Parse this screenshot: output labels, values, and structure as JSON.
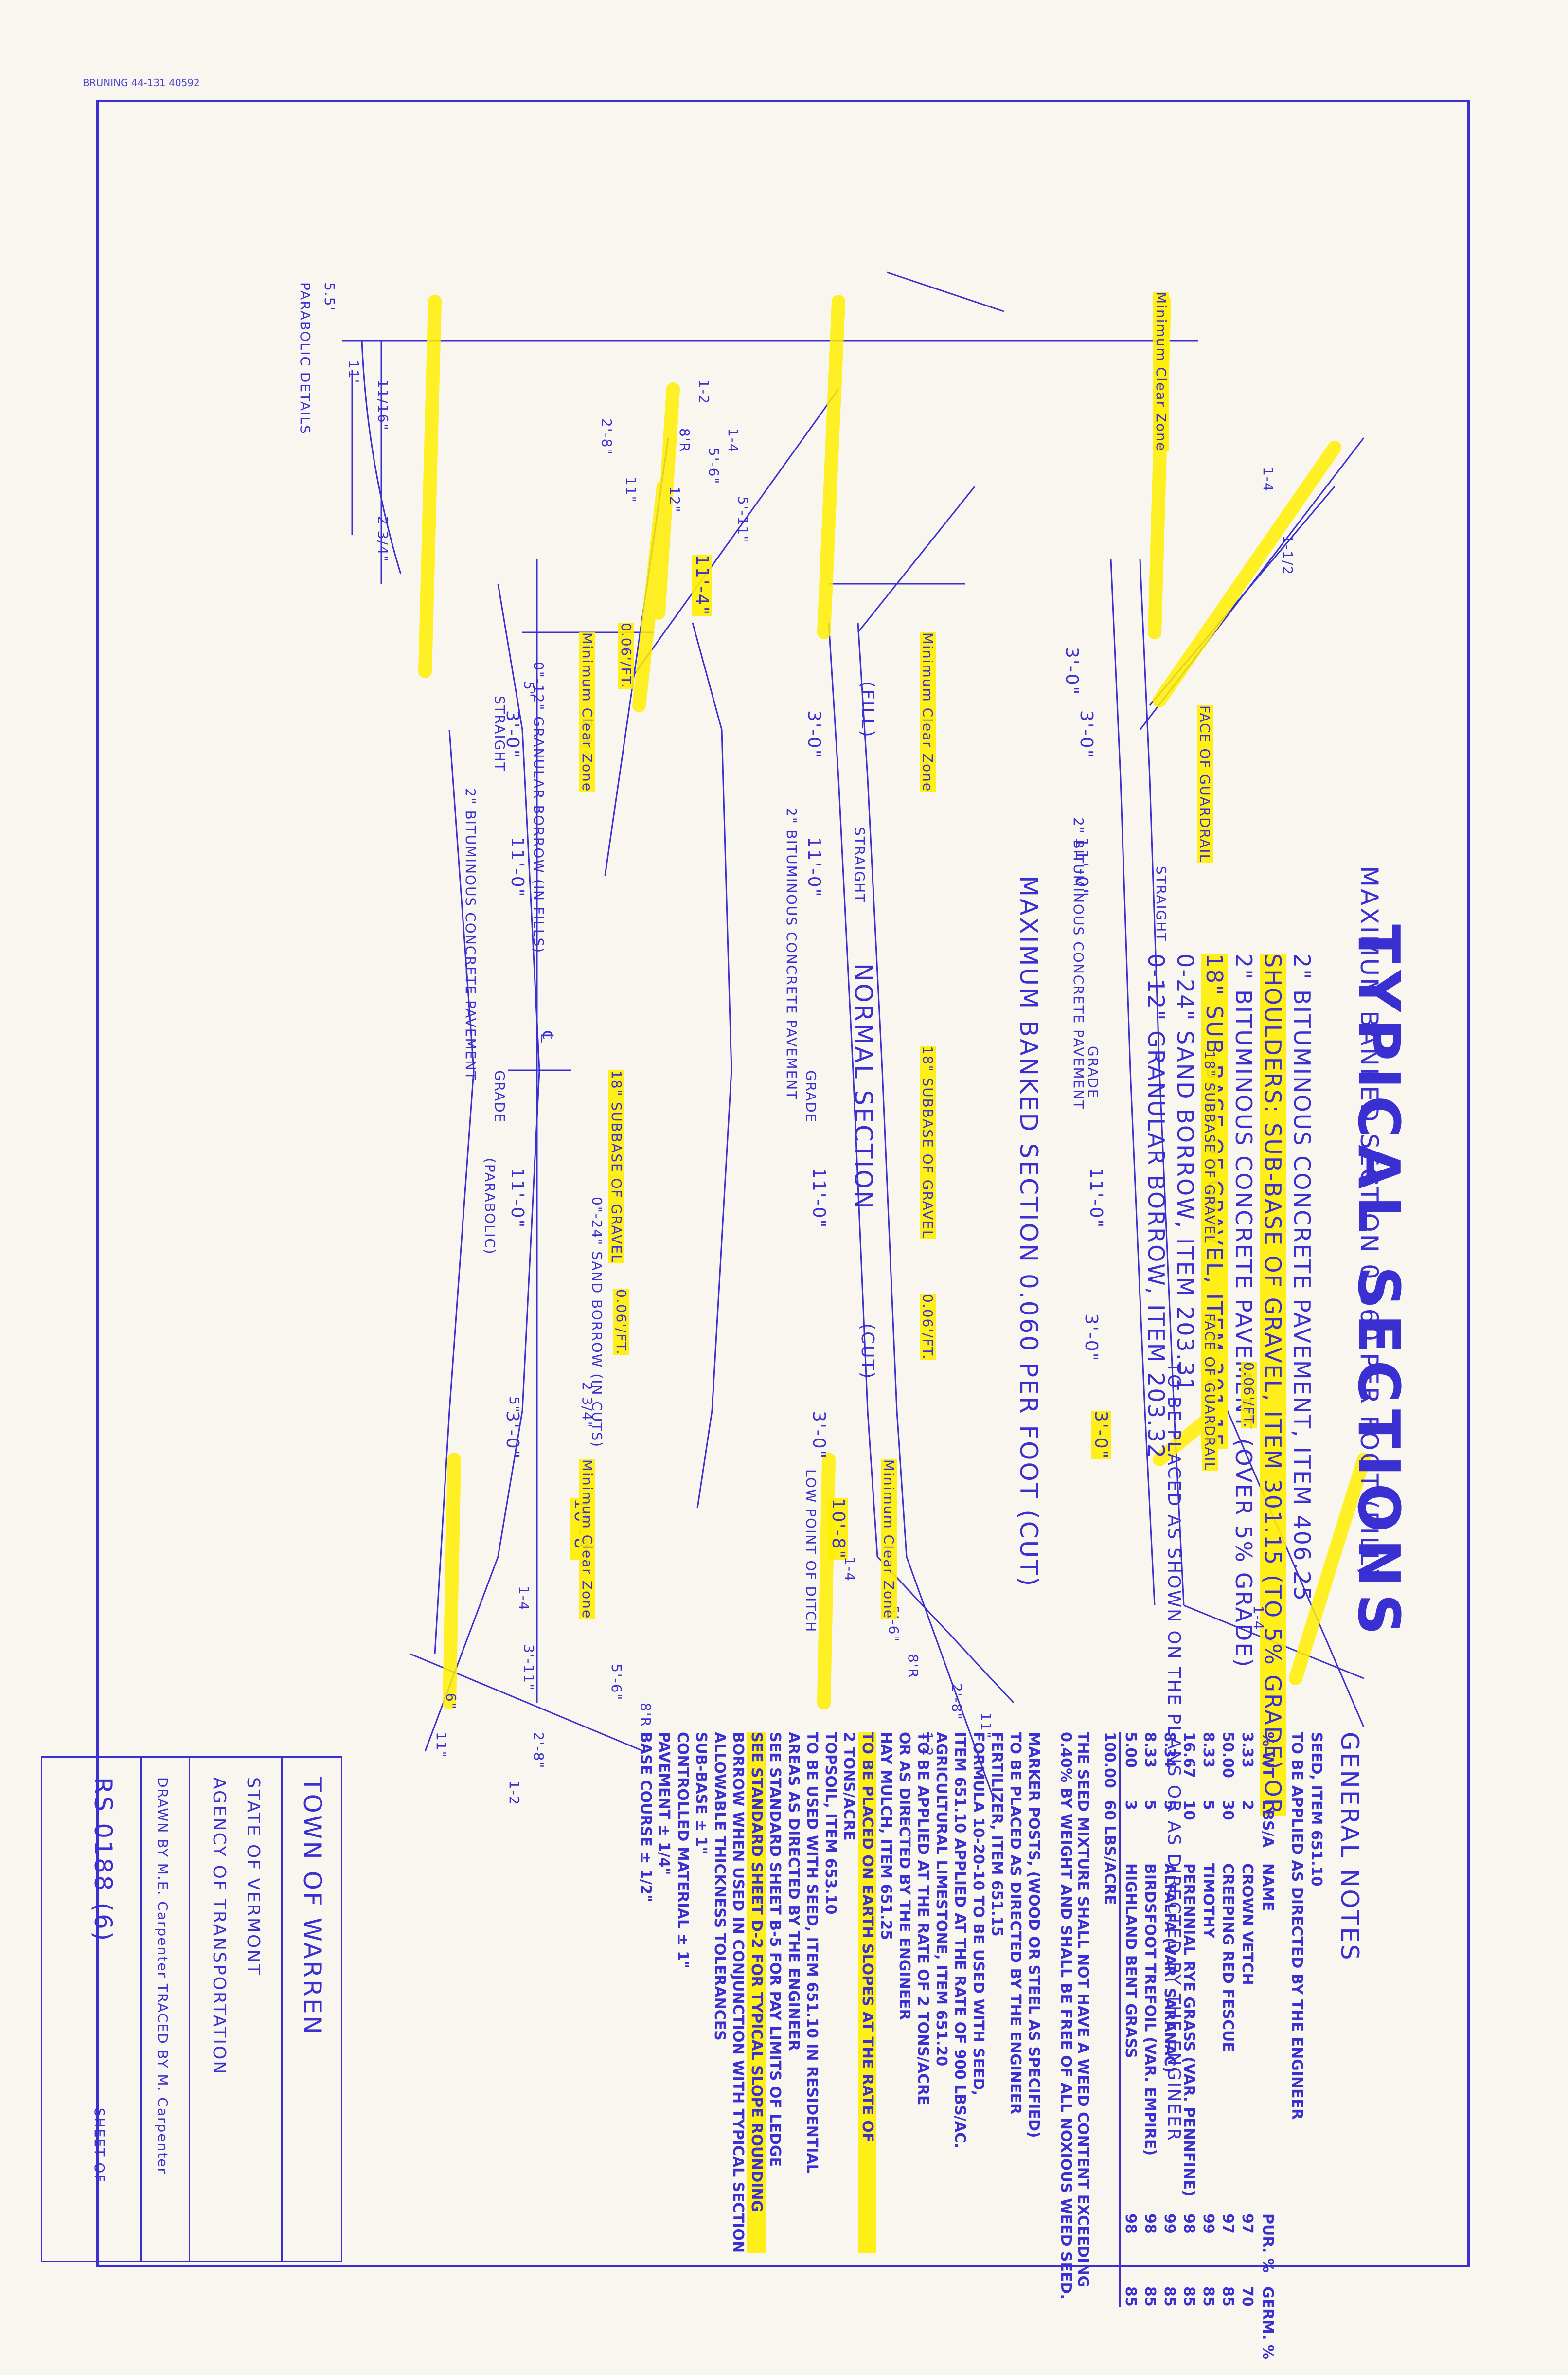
{
  "corner_code": "BRUNING 44-131 40592",
  "title": "TYPICAL SECTIONS",
  "materials": [
    "2\" BITUMINOUS CONCRETE PAVEMENT, ITEM 406.25",
    "SHOULDERS: SUB-BASE OF GRAVEL, ITEM 301.15 (TO 5% GRADE) OR",
    "2\" BITUMINOUS CONCRETE PAVEMENT (OVER 5% GRADE)",
    "18\" SUB-BASE OF GRAVEL, ITEM 301.15",
    "0-24\" SAND BORROW, ITEM 203.31",
    "0-12\" GRANULAR BORROW, ITEM 203.32"
  ],
  "placement_note": "TO BE PLACED AS SHOWN ON THE PLANS OR AS DIRECTED BY THE ENGINEER",
  "parabolic": {
    "title": "PARABOLIC DETAILS",
    "dims": [
      "5.5'",
      "11'",
      "11/16\"",
      "2 3/4\""
    ]
  },
  "sections": {
    "normal": "NORMAL SECTION",
    "cut_label": "(CUT)",
    "fill_label": "(FILL)",
    "banked_cut": "MAXIMUM BANKED SECTION 0.060 PER FOOT (CUT)",
    "banked_fill": "MAXIMUM BANKED SECTION 0.060 PER FOOT (FILL)"
  },
  "section_labels": {
    "pavement": "2\" BITUMINOUS CONCRETE PAVEMENT",
    "subbase": "18\" SUBBASE OF GRAVEL",
    "grade": "GRADE",
    "parabolic": "(PARABOLIC)",
    "straight": "STRAIGHT",
    "sand_borrow": "0\"-24\" SAND BORROW (IN CUTS)",
    "granular_borrow": "0\"-12\" GRANULAR BORROW (IN FILLS)",
    "low_point": "LOW POINT OF DITCH",
    "slope_ft": "0.06'/FT.",
    "cl": "℄",
    "face_guardrail": "FACE OF GUARDRAIL",
    "clear_zone": "Minimum Clear Zone"
  },
  "dims": {
    "lane": "11'-0\"",
    "shoulder": "3'-0\"",
    "ditch": "10'-8\"",
    "fill": "11'-4\"",
    "d1": "5'-6\"",
    "d2": "5'-11\"",
    "d3": "2'-8\"",
    "d4": "8'R",
    "d5": "3'-11\"",
    "d6": "12\"",
    "d7": "6\"",
    "d8": "11\"",
    "d9": "2 3/4\"",
    "d10": "5\"",
    "s14": "1-4",
    "s12": "1-2",
    "s12b": "1-1/2"
  },
  "general_notes": {
    "title": "GENERAL NOTES",
    "seed_item": "SEED, ITEM 651.10",
    "seed_applied": "TO BE APPLIED AS DIRECTED BY THE ENGINEER",
    "table_headers": [
      "% WT",
      "LBS/A",
      "NAME",
      "PUR. %",
      "GERM. %"
    ],
    "table_rows": [
      [
        "3.33",
        "2",
        "CROWN VETCH",
        "97",
        "70"
      ],
      [
        "50.00",
        "30",
        "CREEPING RED FESCUE",
        "97",
        "85"
      ],
      [
        "8.33",
        "5",
        "TIMOTHY",
        "99",
        "85"
      ],
      [
        "16.67",
        "10",
        "PERENNIAL RYE GRASS (VAR. PENNFINE)",
        "98",
        "85"
      ],
      [
        "8.34",
        "5",
        "ALFALFA (VAR. SARANAC)",
        "99",
        "85"
      ],
      [
        "8.33",
        "5",
        "BIRDSFOOT TREFOIL (VAR. EMPIRE)",
        "98",
        "85"
      ],
      [
        "5.00",
        "3",
        "HIGHLAND BENT GRASS",
        "98",
        "85"
      ]
    ],
    "table_total": [
      "100.00",
      "60 LBS/ACRE"
    ],
    "weed_note": "THE SEED MIXTURE SHALL NOT HAVE A WEED CONTENT EXCEEDING 0.40% BY WEIGHT AND SHALL BE FREE OF ALL NOXIOUS WEED SEED.",
    "lines": [
      "MARKER POSTS, (WOOD OR STEEL AS SPECIFIED)",
      "TO BE PLACED AS DIRECTED BY THE ENGINEER",
      "FERTILIZER, ITEM 651.15",
      "FORMULA 10-20-10 TO BE USED WITH SEED,",
      "ITEM 651.10 APPLIED AT THE RATE OF 900 LBS/AC.",
      "AGRICULTURAL LIMESTONE, ITEM 651.20",
      "TO BE APPLIED AT THE RATE OF 2 TONS/ACRE",
      "OR AS DIRECTED BY THE ENGINEER",
      "HAY MULCH, ITEM 651.25",
      "TO BE PLACED ON EARTH SLOPES AT THE RATE OF",
      "2 TONS/ACRE",
      "TOPSOIL, ITEM 653.10",
      "TO BE USED WITH SEED, ITEM 651.10 IN RESIDENTIAL",
      "AREAS AS DIRECTED BY THE ENGINEER",
      "SEE STANDARD SHEET B-5 FOR PAY LIMITS OF LEDGE",
      "SEE STANDARD SHEET D-2 FOR TYPICAL SLOPE ROUNDING",
      "BORROW WHEN USED IN CONJUNCTION WITH TYPICAL SECTION",
      "ALLOWABLE THICKNESS TOLERANCES",
      "SUB-BASE ± 1\"",
      "CONTROLLED MATERIAL ± 1\"",
      "PAVEMENT ± 1/4\"",
      "BASE COURSE ± 1/2\""
    ]
  },
  "title_block": {
    "town": "TOWN OF WARREN",
    "state": "STATE OF VERMONT",
    "agency": "AGENCY OF TRANSPORTATION",
    "drawn": "DRAWN BY M.E. Carpenter TRACED BY M. Carpenter",
    "sheet_no": "RS 0188 (6)",
    "sheet_of": "SHEET OF"
  },
  "colors": {
    "ink": "#3a2fd0",
    "highlight": "#ffee00",
    "paper": "#f8f6ee"
  }
}
